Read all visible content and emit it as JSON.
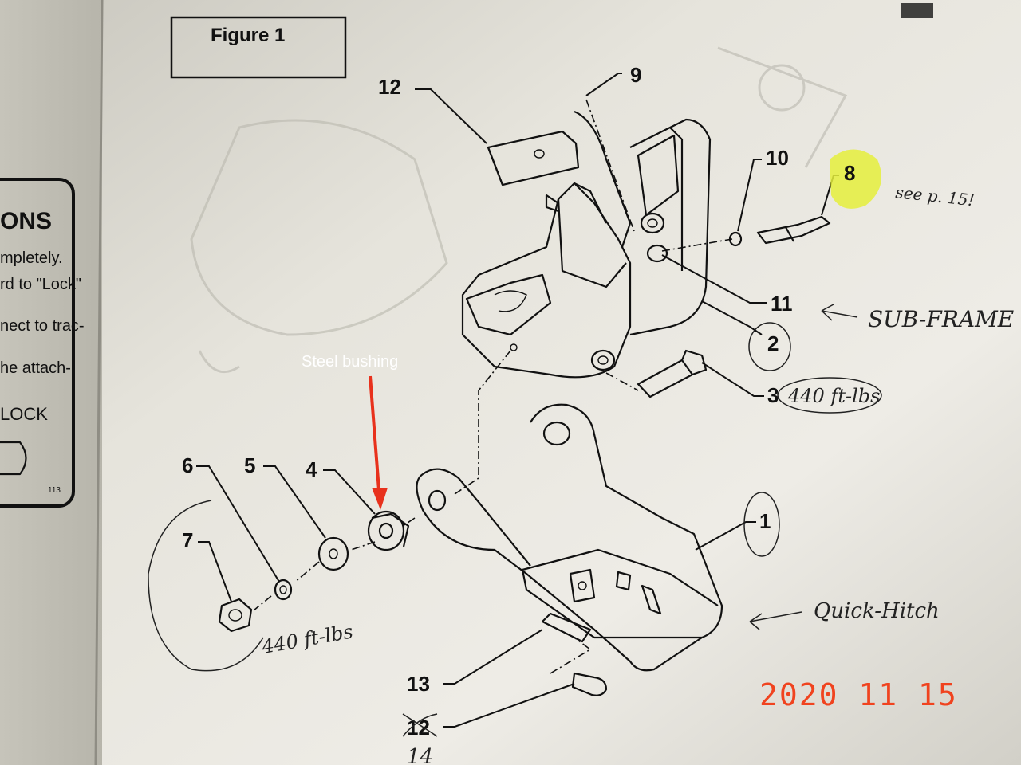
{
  "figure_title": "Figure 1",
  "left_panel": {
    "lines": [
      "ONS",
      "mpletely.",
      "rd to \"Lock\"",
      "nect to trac-",
      "he attach-",
      "LOCK"
    ],
    "page_number": "113"
  },
  "part_labels": {
    "p1": "1",
    "p2": "2",
    "p3": "3",
    "p4": "4",
    "p5": "5",
    "p6": "6",
    "p7": "7",
    "p8": "8",
    "p9": "9",
    "p10": "10",
    "p11": "11",
    "p12": "12",
    "p13": "13",
    "p12_struck": "12"
  },
  "handwritten": {
    "see_p15": "see p. 15!",
    "sub_frame": "SUB-FRAME",
    "torque_bolt": "440 ft-lbs",
    "torque_nut_1": "440 ft-lbs",
    "torque_nut_2": "",
    "quick_hitch": "Quick-Hitch",
    "replacement_number": "14"
  },
  "annotation": {
    "callout_text": "Steel bushing",
    "arrow_color": "#e8311c"
  },
  "date_stamp": "2020 11 15",
  "colors": {
    "paper": "#e8e6de",
    "highlighter": "#e5ef3c",
    "date_stamp": "#f0431f"
  }
}
